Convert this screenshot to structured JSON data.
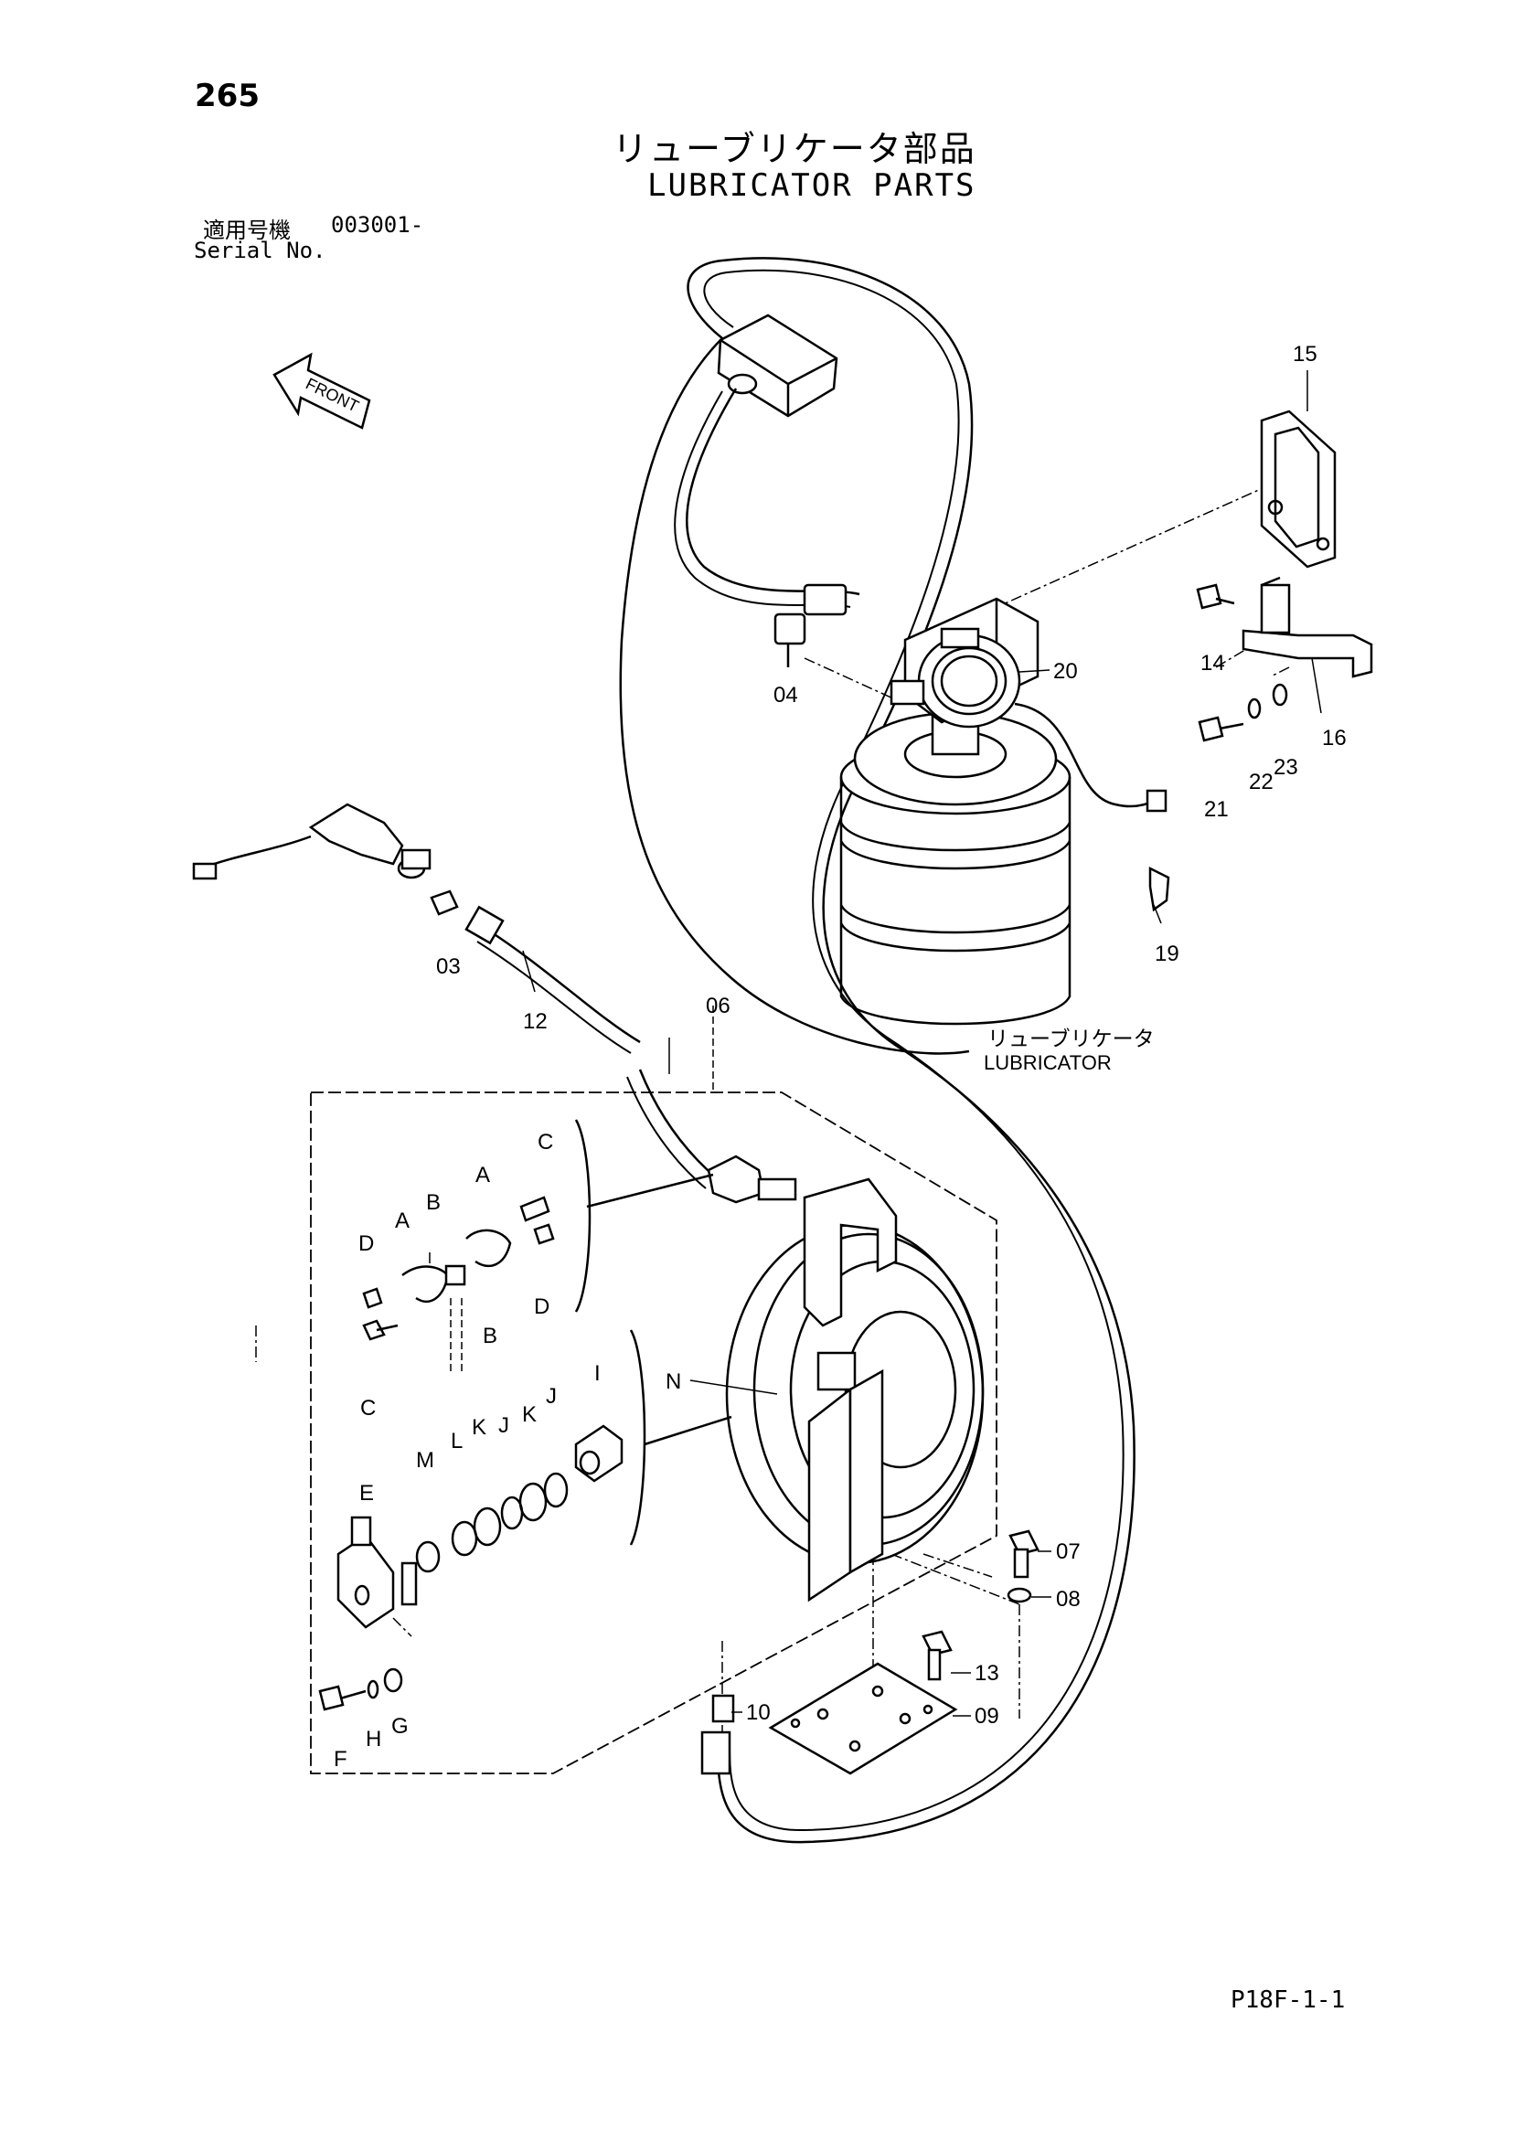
{
  "header": {
    "page_number": "265",
    "title_jp": "リューブリケータ部品",
    "title_en": "LUBRICATOR PARTS",
    "serial_label_jp": "適用号機",
    "serial_value": "003001-",
    "serial_label_en": "Serial No."
  },
  "front_indicator": {
    "label": "FRONT",
    "icon": "front-arrow-icon"
  },
  "callouts": {
    "p15": "15",
    "p14": "14",
    "p16": "16",
    "p20": "20",
    "p04": "04",
    "p21": "21",
    "p22": "22",
    "p23": "23",
    "p19": "19",
    "p03": "03",
    "p12": "12",
    "p06": "06",
    "p07": "07",
    "p08": "08",
    "p13": "13",
    "p10": "10",
    "p09": "09"
  },
  "letters": {
    "A1": "A",
    "A2": "A",
    "B1": "B",
    "B2": "B",
    "C1": "C",
    "C2": "C",
    "D1": "D",
    "D2": "D",
    "E": "E",
    "F": "F",
    "G": "G",
    "H": "H",
    "I": "I",
    "J1": "J",
    "J2": "J",
    "K1": "K",
    "K2": "K",
    "L": "L",
    "M": "M",
    "N": "N"
  },
  "lubricator_label": {
    "jp": "リューブリケータ",
    "en": "LUBRICATOR"
  },
  "footer": {
    "code": "P18F-1-1"
  }
}
